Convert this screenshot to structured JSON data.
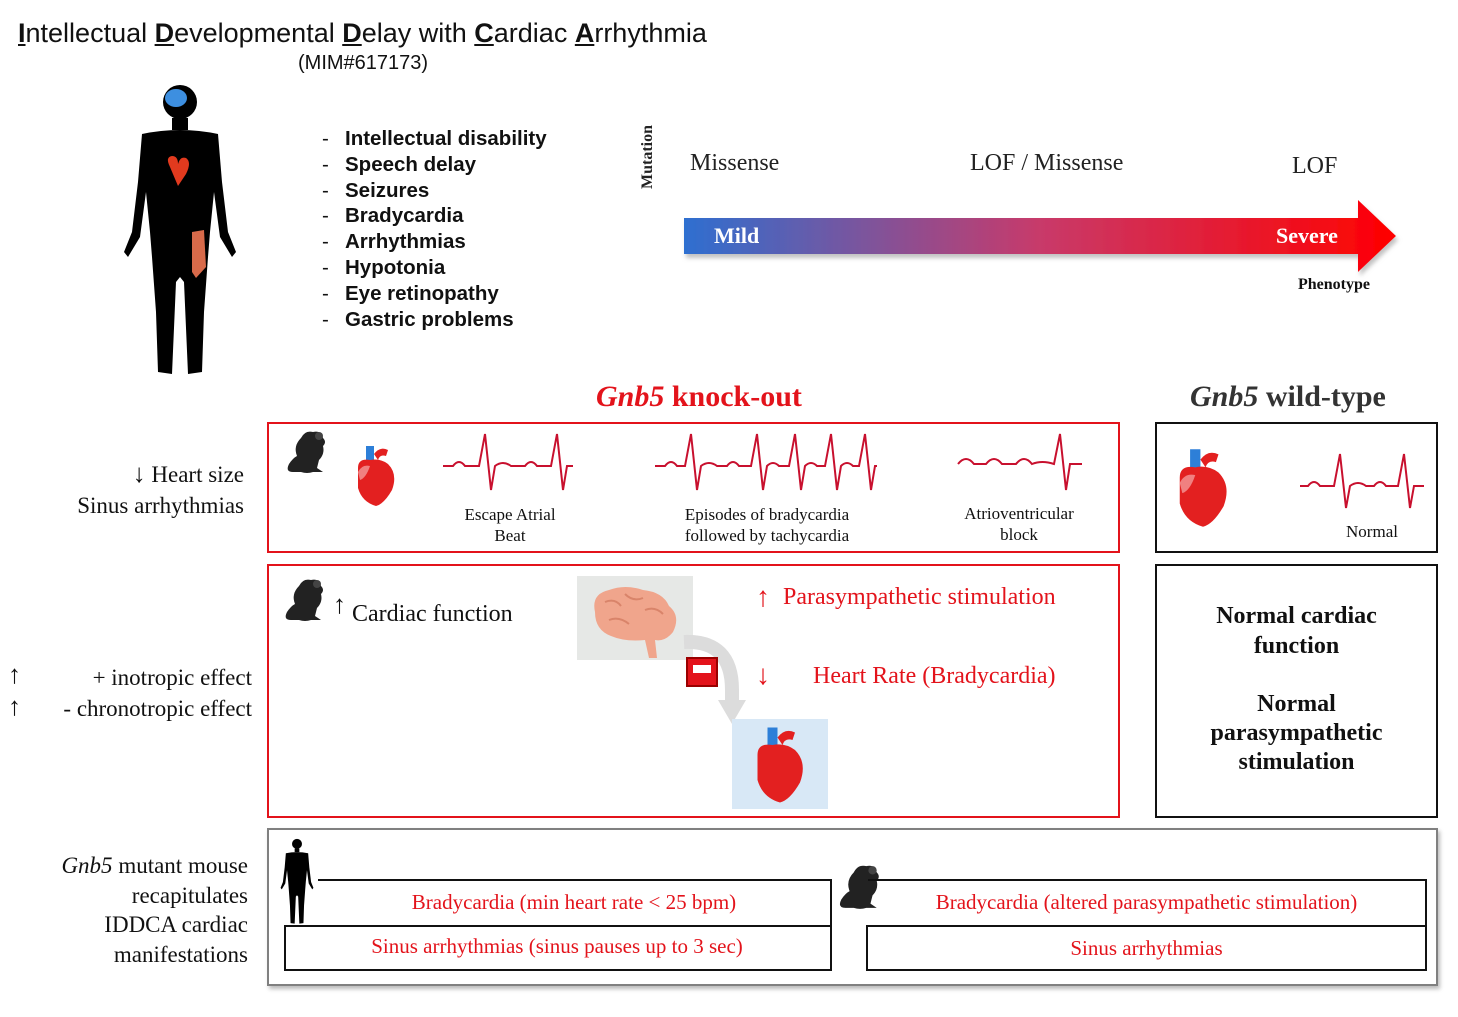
{
  "header": {
    "title_parts": [
      {
        "t": "I",
        "u": true
      },
      {
        "t": "ntellectual ",
        "u": false
      },
      {
        "t": "D",
        "u": true
      },
      {
        "t": "evelopmental ",
        "u": false
      },
      {
        "t": "D",
        "u": true
      },
      {
        "t": "elay with ",
        "u": false
      },
      {
        "t": "C",
        "u": true
      },
      {
        "t": "ardiac ",
        "u": false
      },
      {
        "t": "A",
        "u": true
      },
      {
        "t": "rrhythmia",
        "u": false
      }
    ],
    "mim": "(MIM#617173)"
  },
  "symptoms": [
    "Intellectual disability",
    "Speech delay",
    "Seizures",
    "Bradycardia",
    "Arrhythmias",
    "Hypotonia",
    "Eye retinopathy",
    "Gastric problems"
  ],
  "severity": {
    "axis_label": "Mutation",
    "mutation_types": [
      "Missense",
      "LOF / Missense",
      "LOF"
    ],
    "low": "Mild",
    "high": "Severe",
    "caption": "Phenotype",
    "colors": {
      "start": "#2e6fd0",
      "end": "#ff0000"
    }
  },
  "knockout": {
    "heading_gene": "Gnb5",
    "heading_rest": " knock-out",
    "left_labels": {
      "heart_size": "Heart size",
      "sinus": "Sinus arrhythmias",
      "inotropic": "+ inotropic effect",
      "chronotropic": "- chronotropic effect"
    },
    "ecg_labels": {
      "escape_1": "Escape  Atrial",
      "escape_2": "Beat",
      "brady_1": "Episodes of bradycardia",
      "brady_2": "followed by tachycardia",
      "av_1": "Atrioventricular",
      "av_2": "block"
    },
    "cardiac_function": "Cardiac function",
    "parasympathetic": "Parasympathetic stimulation",
    "heart_rate": "Heart Rate (Bradycardia)"
  },
  "wildtype": {
    "heading_gene": "Gnb5",
    "heading_rest": " wild-type",
    "ecg_label": "Normal",
    "cardiac_1": "Normal cardiac",
    "cardiac_2": "function",
    "para_1": "Normal",
    "para_2": "parasympathetic",
    "para_3": "stimulation"
  },
  "summary": {
    "lead_gene": "Gnb5",
    "lead_rest": " mutant mouse",
    "lead_2": "recapitulates",
    "lead_3": "IDDCA cardiac",
    "lead_4": "manifestations",
    "human_brady": "Bradycardia (min heart rate < 25 bpm)",
    "human_sinus": "Sinus arrhythmias (sinus pauses up to 3 sec)",
    "mouse_brady": "Bradycardia (altered parasympathetic stimulation)",
    "mouse_sinus": "Sinus arrhythmias"
  }
}
